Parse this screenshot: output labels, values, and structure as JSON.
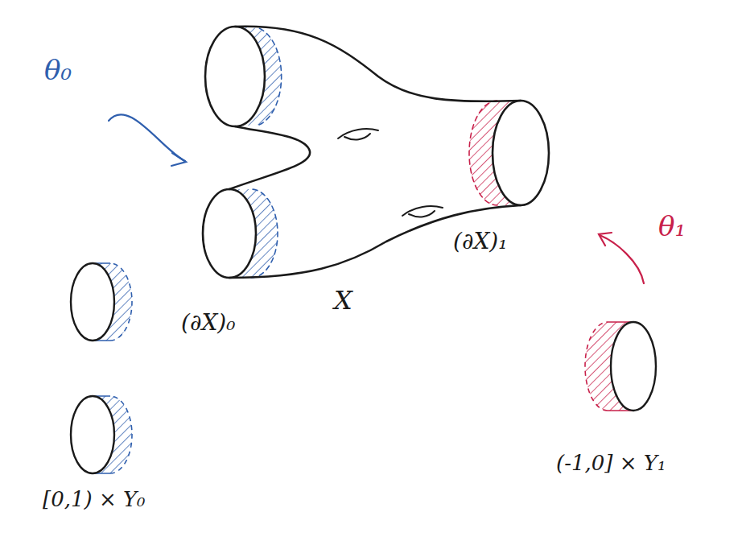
{
  "diagram": {
    "labels": [
      "θ₀",
      "(∂X)₀",
      "X",
      "(∂X)₁",
      "θ₁",
      "[0,1) × Y₀",
      "(-1,0] × Y₁"
    ]
  }
}
